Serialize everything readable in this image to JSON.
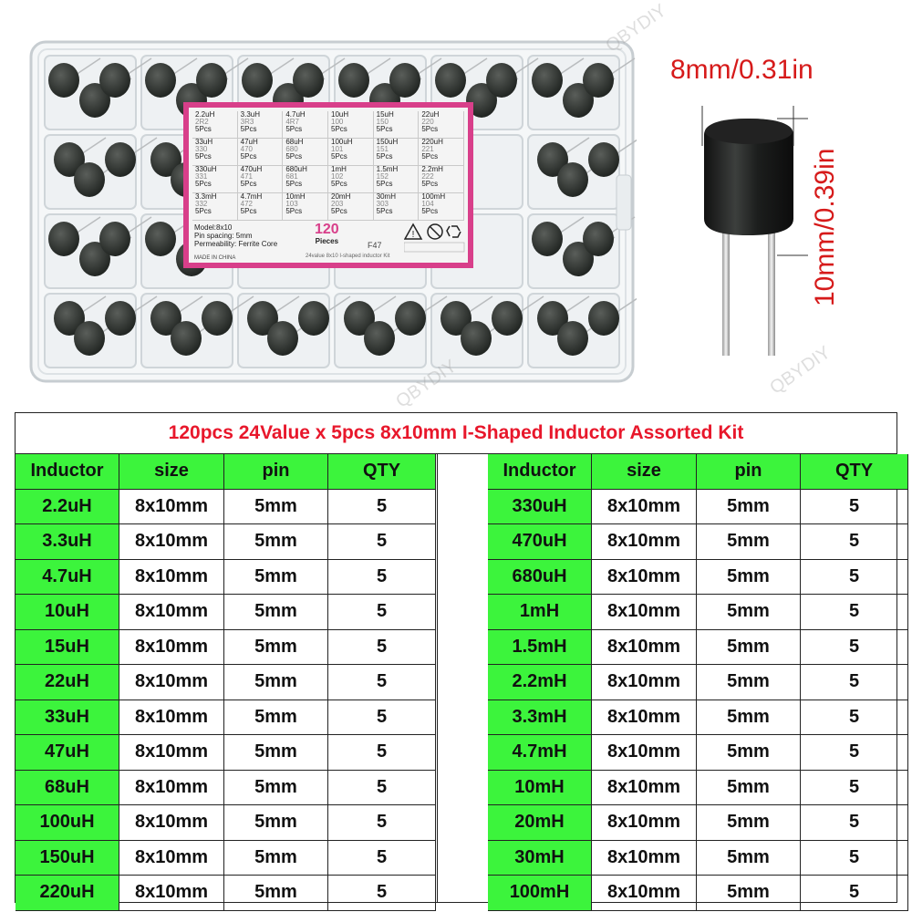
{
  "photo": {
    "dimension_width": "8mm/0.31in",
    "dimension_height": "10mm/0.39in",
    "box_label": {
      "cells": [
        {
          "value": "2.2uH",
          "code": "2R2",
          "qty": "5Pcs"
        },
        {
          "value": "3.3uH",
          "code": "3R3",
          "qty": "5Pcs"
        },
        {
          "value": "4.7uH",
          "code": "4R7",
          "qty": "5Pcs"
        },
        {
          "value": "10uH",
          "code": "100",
          "qty": "5Pcs"
        },
        {
          "value": "15uH",
          "code": "150",
          "qty": "5Pcs"
        },
        {
          "value": "22uH",
          "code": "220",
          "qty": "5Pcs"
        },
        {
          "value": "33uH",
          "code": "330",
          "qty": "5Pcs"
        },
        {
          "value": "47uH",
          "code": "470",
          "qty": "5Pcs"
        },
        {
          "value": "68uH",
          "code": "680",
          "qty": "5Pcs"
        },
        {
          "value": "100uH",
          "code": "101",
          "qty": "5Pcs"
        },
        {
          "value": "150uH",
          "code": "151",
          "qty": "5Pcs"
        },
        {
          "value": "220uH",
          "code": "221",
          "qty": "5Pcs"
        },
        {
          "value": "330uH",
          "code": "331",
          "qty": "5Pcs"
        },
        {
          "value": "470uH",
          "code": "471",
          "qty": "5Pcs"
        },
        {
          "value": "680uH",
          "code": "681",
          "qty": "5Pcs"
        },
        {
          "value": "1mH",
          "code": "102",
          "qty": "5Pcs"
        },
        {
          "value": "1.5mH",
          "code": "152",
          "qty": "5Pcs"
        },
        {
          "value": "2.2mH",
          "code": "222",
          "qty": "5Pcs"
        },
        {
          "value": "3.3mH",
          "code": "332",
          "qty": "5Pcs"
        },
        {
          "value": "4.7mH",
          "code": "472",
          "qty": "5Pcs"
        },
        {
          "value": "10mH",
          "code": "103",
          "qty": "5Pcs"
        },
        {
          "value": "20mH",
          "code": "203",
          "qty": "5Pcs"
        },
        {
          "value": "30mH",
          "code": "303",
          "qty": "5Pcs"
        },
        {
          "value": "100mH",
          "code": "104",
          "qty": "5Pcs"
        }
      ],
      "model": "Model:8x10",
      "pin_spacing": "Pin spacing: 5mm",
      "permeability": "Permeability: Ferrite Core",
      "made_in": "MADE IN CHINA",
      "pieces_count": "120",
      "pieces_label": "Pieces",
      "code": "F47",
      "footer": "24value 8x10 I-shaped inductor Kit"
    },
    "watermark": "QBYDIY"
  },
  "table": {
    "title": "120pcs 24Value x 5pcs 8x10mm I-Shaped Inductor Assorted Kit",
    "headers": [
      "Inductor",
      "size",
      "pin",
      "QTY"
    ],
    "left_rows": [
      [
        "2.2uH",
        "8x10mm",
        "5mm",
        "5"
      ],
      [
        "3.3uH",
        "8x10mm",
        "5mm",
        "5"
      ],
      [
        "4.7uH",
        "8x10mm",
        "5mm",
        "5"
      ],
      [
        "10uH",
        "8x10mm",
        "5mm",
        "5"
      ],
      [
        "15uH",
        "8x10mm",
        "5mm",
        "5"
      ],
      [
        "22uH",
        "8x10mm",
        "5mm",
        "5"
      ],
      [
        "33uH",
        "8x10mm",
        "5mm",
        "5"
      ],
      [
        "47uH",
        "8x10mm",
        "5mm",
        "5"
      ],
      [
        "68uH",
        "8x10mm",
        "5mm",
        "5"
      ],
      [
        "100uH",
        "8x10mm",
        "5mm",
        "5"
      ],
      [
        "150uH",
        "8x10mm",
        "5mm",
        "5"
      ],
      [
        "220uH",
        "8x10mm",
        "5mm",
        "5"
      ]
    ],
    "right_rows": [
      [
        "330uH",
        "8x10mm",
        "5mm",
        "5"
      ],
      [
        "470uH",
        "8x10mm",
        "5mm",
        "5"
      ],
      [
        "680uH",
        "8x10mm",
        "5mm",
        "5"
      ],
      [
        "1mH",
        "8x10mm",
        "5mm",
        "5"
      ],
      [
        "1.5mH",
        "8x10mm",
        "5mm",
        "5"
      ],
      [
        "2.2mH",
        "8x10mm",
        "5mm",
        "5"
      ],
      [
        "3.3mH",
        "8x10mm",
        "5mm",
        "5"
      ],
      [
        "4.7mH",
        "8x10mm",
        "5mm",
        "5"
      ],
      [
        "10mH",
        "8x10mm",
        "5mm",
        "5"
      ],
      [
        "20mH",
        "8x10mm",
        "5mm",
        "5"
      ],
      [
        "30mH",
        "8x10mm",
        "5mm",
        "5"
      ],
      [
        "100mH",
        "8x10mm",
        "5mm",
        "5"
      ]
    ]
  },
  "colors": {
    "title_red": "#e8172b",
    "cell_green": "#3cf43c",
    "dimension_red": "#d61a1a",
    "label_pink": "#d83f8a"
  }
}
